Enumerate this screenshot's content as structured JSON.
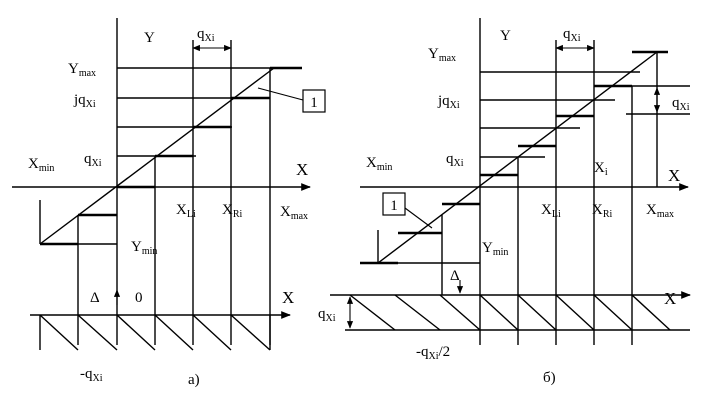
{
  "panel_a": {
    "caption": "а)",
    "axis_y": "Y",
    "axis_x": "X",
    "axis_x_err": "X",
    "y_max": {
      "main": "Y",
      "sub": "max"
    },
    "y_min": {
      "main": "Y",
      "sub": "min"
    },
    "x_min": {
      "main": "X",
      "sub": "min"
    },
    "x_max": {
      "main": "X",
      "sub": "max"
    },
    "x_li": {
      "main": "X",
      "sub": "Li"
    },
    "x_ri": {
      "main": "X",
      "sub": "Ri"
    },
    "jq": {
      "main": "jq",
      "sub": "Xi"
    },
    "q": {
      "main": "q",
      "sub": "Xi"
    },
    "q_top": {
      "main": "q",
      "sub": "Xi"
    },
    "neg_q": {
      "main": "-q",
      "sub": "Xi"
    },
    "delta": "Δ",
    "zero": "0",
    "callout": "1"
  },
  "panel_b": {
    "caption": "б)",
    "axis_y": "Y",
    "axis_x": "X",
    "axis_x_err": "X",
    "y_max": {
      "main": "Y",
      "sub": "max"
    },
    "y_min": {
      "main": "Y",
      "sub": "min"
    },
    "x_min": {
      "main": "X",
      "sub": "min"
    },
    "x_max": {
      "main": "X",
      "sub": "max"
    },
    "x_li": {
      "main": "X",
      "sub": "Li"
    },
    "x_ri": {
      "main": "X",
      "sub": "Ri"
    },
    "x_i": {
      "main": "X",
      "sub": "i"
    },
    "jq": {
      "main": "jq",
      "sub": "Xi"
    },
    "q": {
      "main": "q",
      "sub": "Xi"
    },
    "q_top": {
      "main": "q",
      "sub": "Xi"
    },
    "q_right": {
      "main": "q",
      "sub": "Xi"
    },
    "q_err": {
      "main": "q",
      "sub": "Xi"
    },
    "neg_half": {
      "main": "-q",
      "sub": "Xi",
      "tail": "/2"
    },
    "delta": "Δ",
    "callout": "1"
  }
}
